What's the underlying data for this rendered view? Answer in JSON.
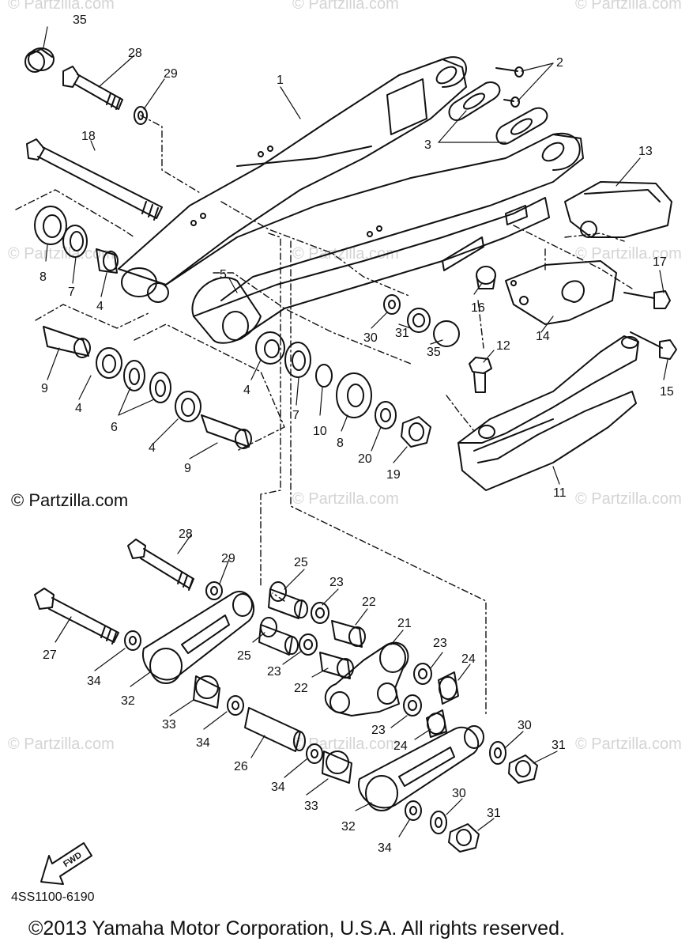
{
  "watermark": "© Partzilla.com",
  "brand": "© Partzilla.com",
  "diagram_code": "4SS1100-6190",
  "copyright": "©2013 Yamaha Motor Corporation, U.S.A. All rights reserved.",
  "fwd_label": "FWD",
  "callouts": {
    "c1": "1",
    "c2": "2",
    "c3": "3",
    "c4a": "4",
    "c4b": "4",
    "c4c": "4",
    "c4d": "4",
    "c5": "5",
    "c6": "6",
    "c7a": "7",
    "c7b": "7",
    "c8a": "8",
    "c8b": "8",
    "c9a": "9",
    "c9b": "9",
    "c10": "10",
    "c11": "11",
    "c12": "12",
    "c13": "13",
    "c14": "14",
    "c15": "15",
    "c16": "16",
    "c17": "17",
    "c18": "18",
    "c19": "19",
    "c20": "20",
    "c21": "21",
    "c22a": "22",
    "c22b": "22",
    "c23a": "23",
    "c23b": "23",
    "c23c": "23",
    "c23d": "23",
    "c24a": "24",
    "c24b": "24",
    "c25a": "25",
    "c25b": "25",
    "c26": "26",
    "c27": "27",
    "c28a": "28",
    "c28b": "28",
    "c29a": "29",
    "c29b": "29",
    "c30a": "30",
    "c30b": "30",
    "c30c": "30",
    "c31a": "31",
    "c31b": "31",
    "c31c": "31",
    "c32a": "32",
    "c32b": "32",
    "c33a": "33",
    "c33b": "33",
    "c34a": "34",
    "c34b": "34",
    "c34c": "34",
    "c34d": "34",
    "c35a": "35",
    "c35b": "35"
  }
}
